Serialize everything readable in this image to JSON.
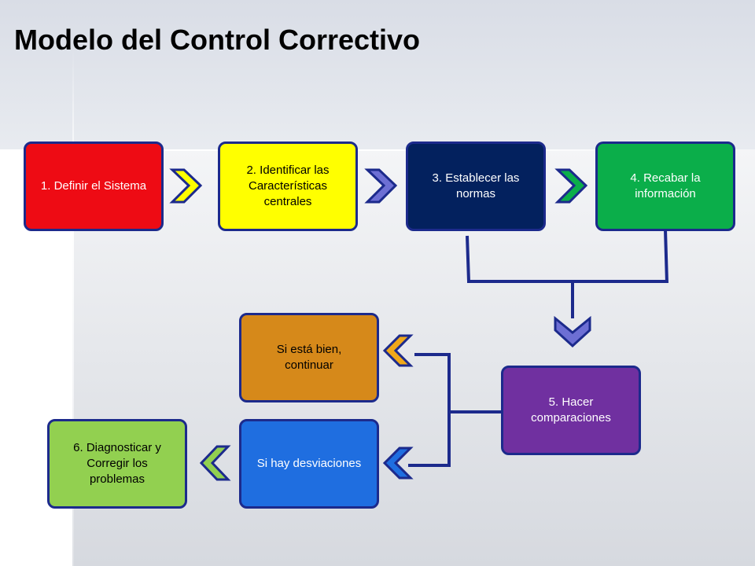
{
  "slide": {
    "title": "Modelo del Control Correctivo"
  },
  "steps": {
    "s1": {
      "label": "1. Definir  el Sistema",
      "color": "#ee0b14",
      "text_color": "#ffffff"
    },
    "s2": {
      "label": "2. Identificar las Características centrales",
      "color": "#ffff00",
      "text_color": "#000000"
    },
    "s3": {
      "label": "3. Establecer las normas",
      "color": "#03215e",
      "text_color": "#ffffff"
    },
    "s4": {
      "label": "4. Recabar  la información",
      "color": "#0bae4a",
      "text_color": "#ffffff"
    },
    "s5": {
      "label": "5. Hacer comparaciones",
      "color": "#7030a0",
      "text_color": "#ffffff"
    },
    "ok": {
      "label": "Si está bien, continuar",
      "color": "#d6891a",
      "text_color": "#000000"
    },
    "dev": {
      "label": "Si hay desviaciones",
      "color": "#1f6ee0",
      "text_color": "#ffffff"
    },
    "s6": {
      "label": "6. Diagnosticar y Corregir los problemas",
      "color": "#92d050",
      "text_color": "#000000"
    }
  },
  "colors": {
    "border": "#1c2a8c",
    "connector": "#1c2a8c",
    "chevron_yellow": "#ffff00",
    "chevron_purple": "#6d6fd4",
    "chevron_green": "#0bae4a",
    "chevron_orange": "#f0a81a",
    "chevron_blue": "#1f6ee0",
    "chevron_lightgreen": "#92d050"
  },
  "icons": [
    "chevron-right-icon",
    "chevron-down-icon",
    "chevron-left-icon"
  ]
}
